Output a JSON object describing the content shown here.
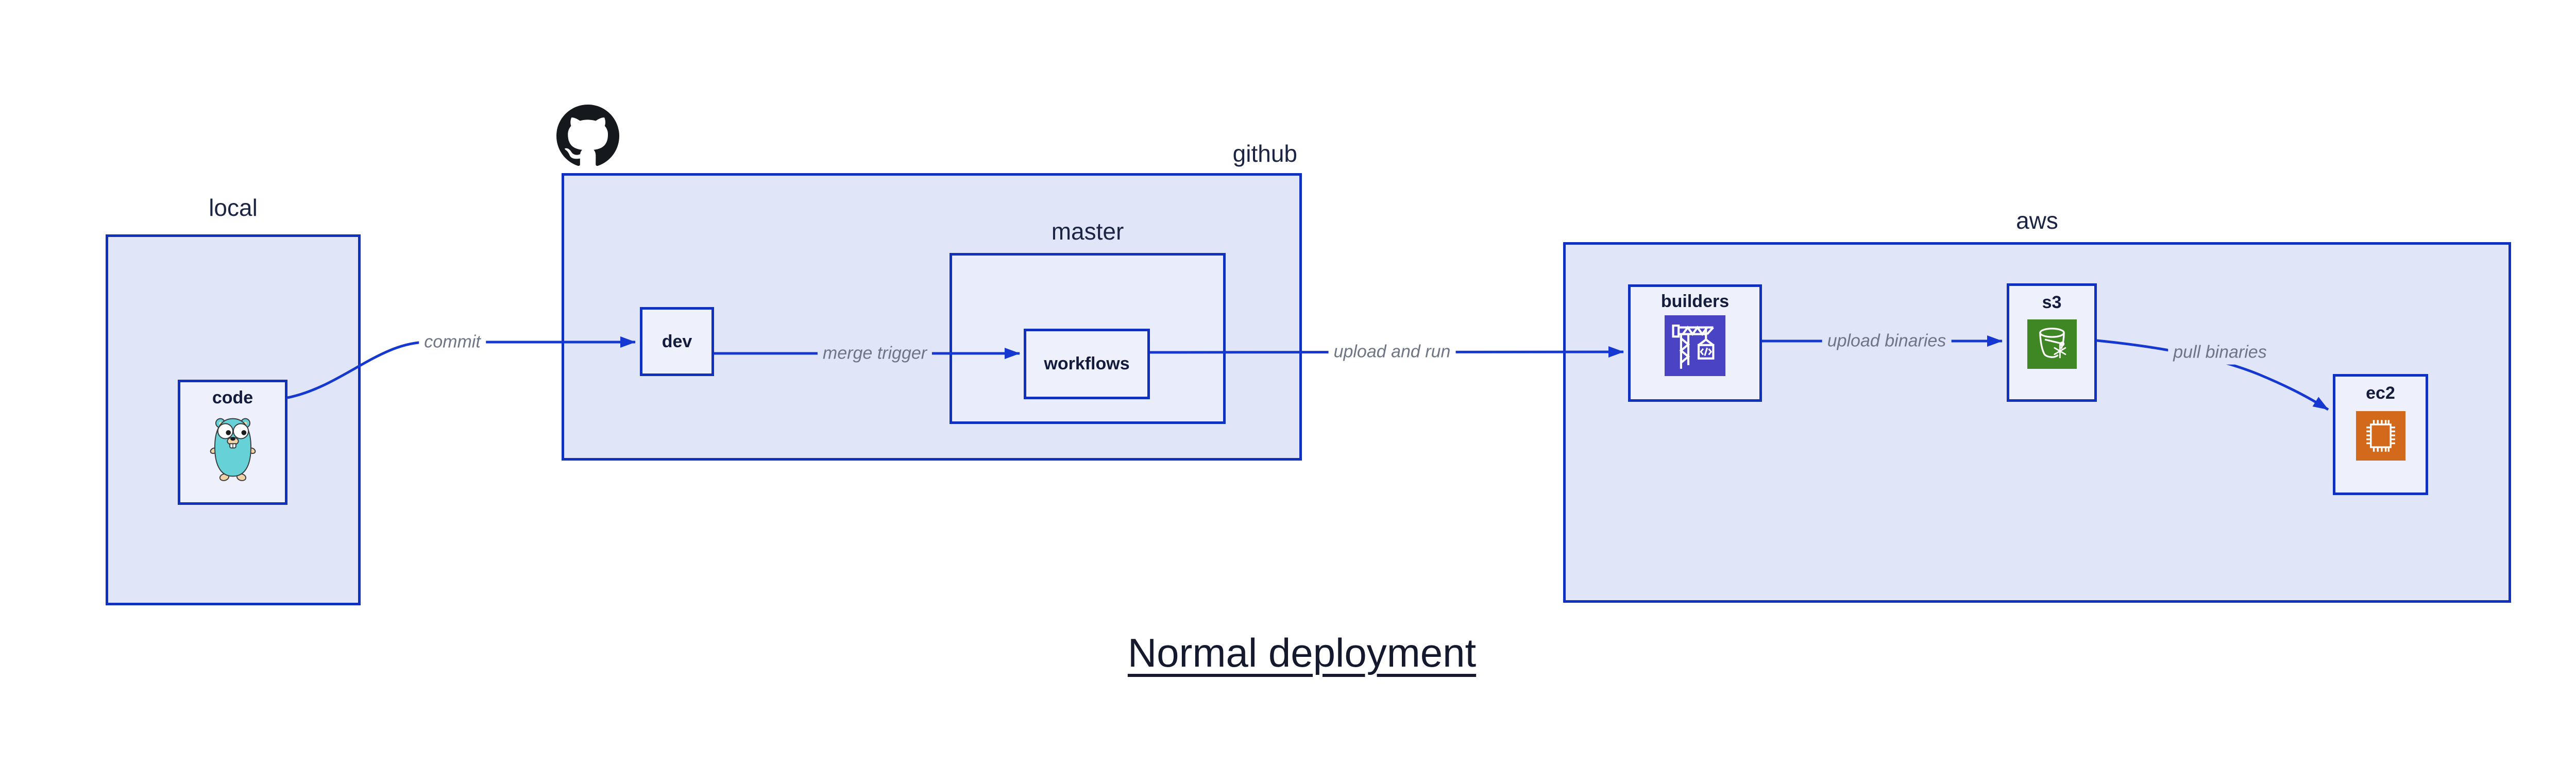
{
  "diagram_title": "Normal deployment",
  "groups": {
    "local": {
      "label": "local"
    },
    "github": {
      "label": "github",
      "icon": "github-octocat"
    },
    "master": {
      "label": "master"
    },
    "aws": {
      "label": "aws"
    }
  },
  "nodes": {
    "code": {
      "label": "code",
      "icon": "go-gopher"
    },
    "dev": {
      "label": "dev"
    },
    "workflows": {
      "label": "workflows"
    },
    "builders": {
      "label": "builders",
      "icon": "aws-codebuild-crane"
    },
    "s3": {
      "label": "s3",
      "icon": "aws-s3-bucket"
    },
    "ec2": {
      "label": "ec2",
      "icon": "aws-ec2-chip"
    }
  },
  "edges": [
    {
      "from": "code",
      "to": "dev",
      "label": "commit"
    },
    {
      "from": "dev",
      "to": "workflows",
      "label": "merge trigger"
    },
    {
      "from": "workflows",
      "to": "builders",
      "label": "upload and run"
    },
    {
      "from": "builders",
      "to": "s3",
      "label": "upload binaries"
    },
    {
      "from": "s3",
      "to": "ec2",
      "label": "pull binaries"
    }
  ],
  "colors": {
    "box_border": "#1030bf",
    "arrow": "#1638d2",
    "group_fill": "#e0e6f8",
    "master_fill": "#e9edfb",
    "node_fill": "#eef1fc",
    "group_label_text": "#1b2443",
    "node_label_text": "#141c3d",
    "edge_label_text": "#6e7585",
    "title_text": "#14192e",
    "octocat": "#15181d",
    "codebuild_icon_bg": "#4a44c4",
    "s3_icon_bg": "#3f8624",
    "ec2_icon_bg": "#d2691b",
    "gopher_body": "#67d1d8"
  }
}
